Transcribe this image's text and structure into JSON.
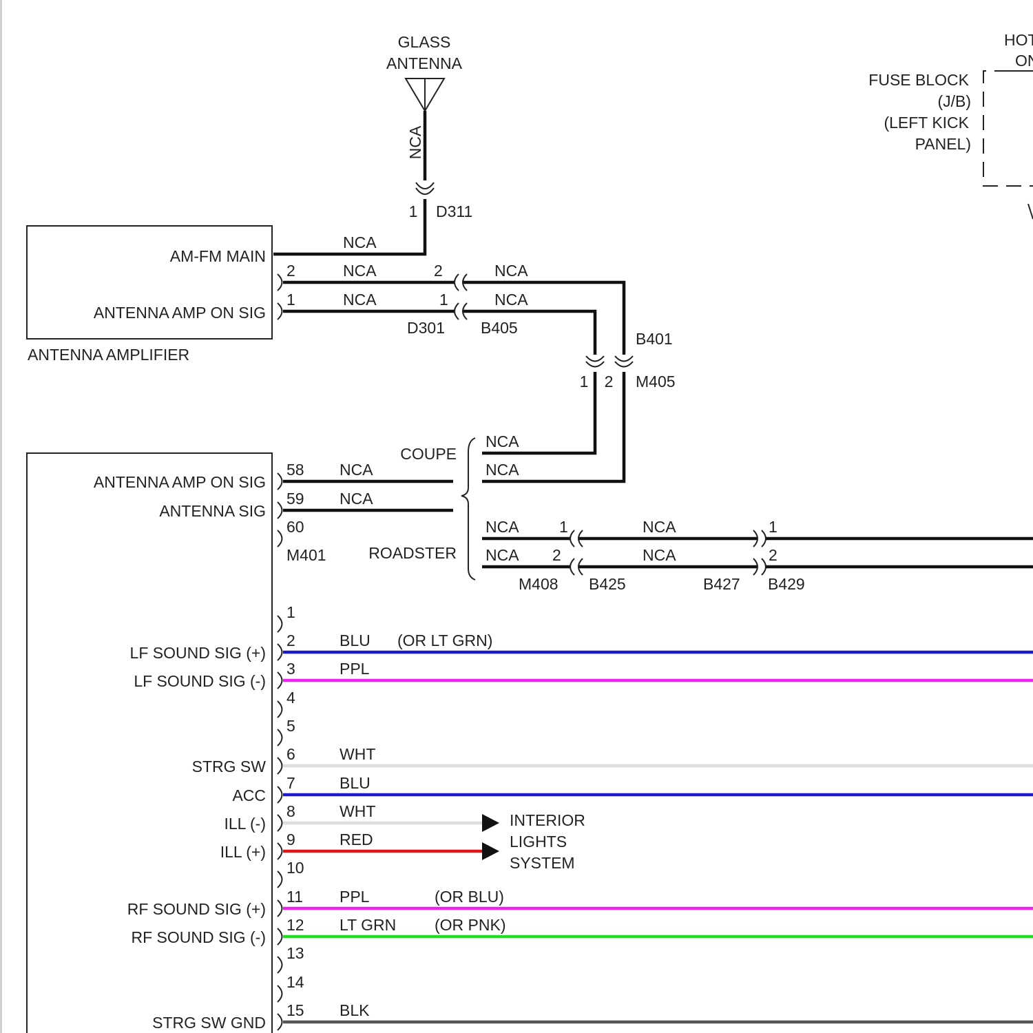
{
  "antenna": {
    "line1": "GLASS",
    "line2": "ANTENNA",
    "wire_label": "NCA"
  },
  "fuse_block": {
    "line1": "FUSE BLOCK",
    "line2": "(J/B)",
    "line3": "(LEFT KICK",
    "line4": "PANEL)",
    "cut_line1": "HOT",
    "cut_line2": "ON"
  },
  "amplifier": {
    "name": "ANTENNA AMPLIFIER",
    "pins": {
      "am_fm_main": "AM-FM MAIN",
      "antenna_amp_on_sig": "ANTENNA AMP ON SIG"
    }
  },
  "connectors": {
    "d311": "D311",
    "d311_pin": "1",
    "d301": "D301",
    "b405": "B405",
    "b401": "B401",
    "m405": "M405",
    "m405_pin1": "1",
    "m405_pin2": "2",
    "m401": "M401",
    "m408": "M408",
    "b425": "B425",
    "b427": "B427",
    "b429": "B429"
  },
  "wires": {
    "nca": "NCA",
    "pin_2": "2",
    "pin_1": "1",
    "coupe": "COUPE",
    "roadster": "ROADSTER"
  },
  "radio": {
    "rows": [
      {
        "pin": "58",
        "label": "ANTENNA AMP ON SIG",
        "wire": "NCA",
        "alt": "",
        "color": "#111111"
      },
      {
        "pin": "59",
        "label": "ANTENNA SIG",
        "wire": "NCA",
        "alt": "",
        "color": "#111111"
      },
      {
        "pin": "60",
        "label": "",
        "wire": "",
        "alt": "",
        "color": ""
      },
      {
        "pin": "1",
        "label": "",
        "wire": "",
        "alt": "",
        "color": ""
      },
      {
        "pin": "2",
        "label": "LF SOUND SIG (+)",
        "wire": "BLU",
        "alt": "(OR LT GRN)",
        "color": "#1a1acc"
      },
      {
        "pin": "3",
        "label": "LF SOUND SIG (-)",
        "wire": "PPL",
        "alt": "",
        "color": "#ee22ee"
      },
      {
        "pin": "4",
        "label": "",
        "wire": "",
        "alt": "",
        "color": ""
      },
      {
        "pin": "5",
        "label": "",
        "wire": "",
        "alt": "",
        "color": ""
      },
      {
        "pin": "6",
        "label": "STRG SW",
        "wire": "WHT",
        "alt": "",
        "color": "#dddddd"
      },
      {
        "pin": "7",
        "label": "ACC",
        "wire": "BLU",
        "alt": "",
        "color": "#1a1acc"
      },
      {
        "pin": "8",
        "label": "ILL (-)",
        "wire": "WHT",
        "alt": "",
        "color": "#dddddd"
      },
      {
        "pin": "9",
        "label": "ILL (+)",
        "wire": "RED",
        "alt": "",
        "color": "#e01515"
      },
      {
        "pin": "10",
        "label": "",
        "wire": "",
        "alt": "",
        "color": ""
      },
      {
        "pin": "11",
        "label": "RF SOUND SIG (+)",
        "wire": "PPL",
        "alt": "(OR BLU)",
        "color": "#ee22ee"
      },
      {
        "pin": "12",
        "label": "RF SOUND SIG (-)",
        "wire": "LT GRN",
        "alt": "(OR PNK)",
        "color": "#22dd22"
      },
      {
        "pin": "13",
        "label": "",
        "wire": "",
        "alt": "",
        "color": ""
      },
      {
        "pin": "14",
        "label": "",
        "wire": "",
        "alt": "",
        "color": ""
      },
      {
        "pin": "15",
        "label": "STRG SW GND",
        "wire": "BLK",
        "alt": "",
        "color": "#555555"
      }
    ]
  },
  "interior_lights": {
    "line1": "INTERIOR",
    "line2": "LIGHTS",
    "line3": "SYSTEM"
  },
  "colors": {
    "ink": "#222222",
    "wire_black": "#111111"
  }
}
